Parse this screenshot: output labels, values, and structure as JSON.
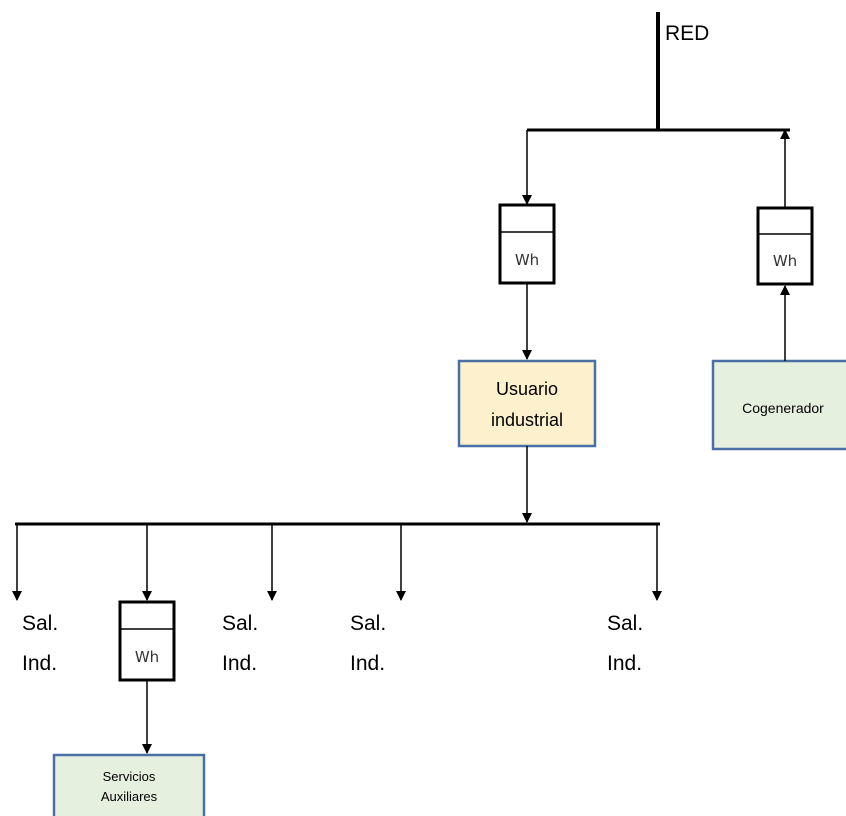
{
  "grid_label": "RED",
  "meter_label": "Wh",
  "industrial_user": {
    "line1": "Usuario",
    "line2": "industrial"
  },
  "cogenerator": {
    "label": "Cogenerador"
  },
  "auxiliary_services": {
    "line1": "Servicios",
    "line2": "Auxiliares"
  },
  "outputs": [
    {
      "line1": "Sal.",
      "line2": "Ind."
    },
    {
      "line1": "Sal.",
      "line2": "Ind."
    },
    {
      "line1": "Sal.",
      "line2": "Ind."
    },
    {
      "line1": "Sal.",
      "line2": "Ind."
    }
  ],
  "colors": {
    "line": "#000000",
    "user_fill": "#fdf0cc",
    "cogen_fill": "#e6f0df",
    "box_border": "#4a6fa5"
  }
}
